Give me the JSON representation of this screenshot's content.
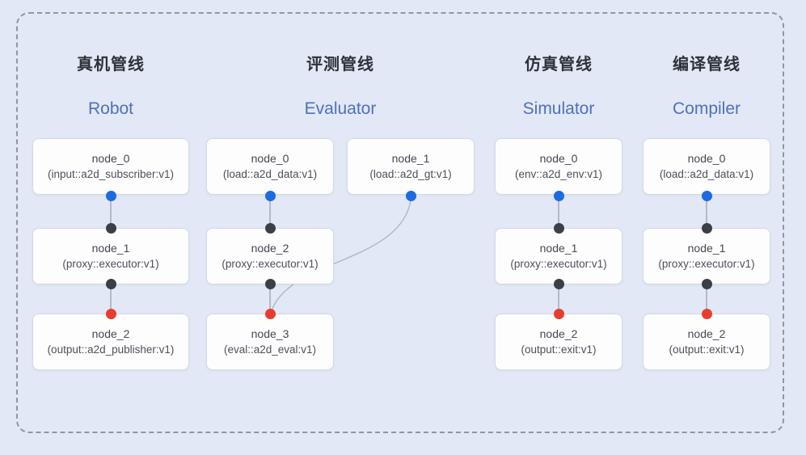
{
  "page": {
    "background": "#e2e8f6",
    "frame_border_color": "#9097a3"
  },
  "colors": {
    "blue_port_dot": "#1c6be2",
    "dark_port_dot": "#3c4045",
    "red_port_dot": "#ea3c2d",
    "heading_zh": "#2d3138",
    "heading_en": "#4e70c0",
    "node_box_bg": "#fdfdfe",
    "node_box_border": "#d5d9e3",
    "connector_line": "#98a1b3",
    "cross_link_curve": "#a9b4c9"
  },
  "pipelines": [
    {
      "id": "robot",
      "title_zh": "真机管线",
      "title_en": "Robot",
      "nodes": [
        {
          "name": "node_0",
          "type": "(input::a2d_subscriber:v1)"
        },
        {
          "name": "node_1",
          "type": "(proxy::executor:v1)"
        },
        {
          "name": "node_2",
          "type": "(output::a2d_publisher:v1)"
        }
      ]
    },
    {
      "id": "evaluator",
      "title_zh": "评测管线",
      "title_en": "Evaluator",
      "nodes": [
        {
          "name": "node_0",
          "type": "(load::a2d_data:v1)"
        },
        {
          "name": "node_1",
          "type": "(load::a2d_gt:v1)"
        },
        {
          "name": "node_2",
          "type": "(proxy::executor:v1)"
        },
        {
          "name": "node_3",
          "type": "(eval::a2d_eval:v1)"
        }
      ]
    },
    {
      "id": "simulator",
      "title_zh": "仿真管线",
      "title_en": "Simulator",
      "nodes": [
        {
          "name": "node_0",
          "type": "(env::a2d_env:v1)"
        },
        {
          "name": "node_1",
          "type": "(proxy::executor:v1)"
        },
        {
          "name": "node_2",
          "type": "(output::exit:v1)"
        }
      ]
    },
    {
      "id": "compiler",
      "title_zh": "编译管线",
      "title_en": "Compiler",
      "nodes": [
        {
          "name": "node_0",
          "type": "(load::a2d_data:v1)"
        },
        {
          "name": "node_1",
          "type": "(proxy::executor:v1)"
        },
        {
          "name": "node_2",
          "type": "(output::exit:v1)"
        }
      ]
    }
  ]
}
